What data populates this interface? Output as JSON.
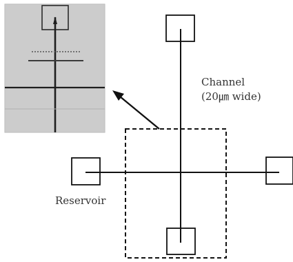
{
  "labels": {
    "channel_line1": "Channel",
    "channel_line2": "(20㎛ wide)",
    "reservoir": "Reservoir"
  },
  "colors": {
    "stroke": "#111111",
    "photo_background": "#c9c9c9",
    "photo_border": "#b8b8b8",
    "photo_line": "#2a2a2a"
  }
}
